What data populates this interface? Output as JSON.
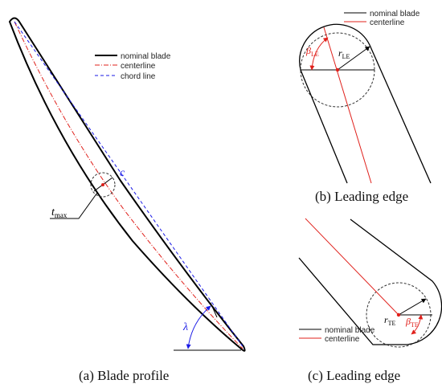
{
  "panel_a": {
    "caption": "(a) Blade profile",
    "legend": [
      "nominal blade",
      "centerline",
      "chord line"
    ],
    "labels": {
      "chord": "c",
      "tmax_main": "t",
      "tmax_sub": "max",
      "angle": "λ"
    }
  },
  "panel_b": {
    "caption": "(b) Leading edge",
    "legend": [
      "nominal blade",
      "centerline"
    ],
    "labels": {
      "beta_main": "β",
      "beta_sub": "LE",
      "r_main": "r",
      "r_sub": "LE"
    }
  },
  "panel_c": {
    "caption": "(c) Leading edge",
    "legend": [
      "nominal blade",
      "centerline"
    ],
    "labels": {
      "r_main": "r",
      "r_sub": "TE",
      "beta_main": "β",
      "beta_sub": "TE"
    }
  },
  "colors": {
    "blade": "#000000",
    "centerline": "#e0201b",
    "chord": "#1a1ae6",
    "dashed_circle": "#333333"
  }
}
